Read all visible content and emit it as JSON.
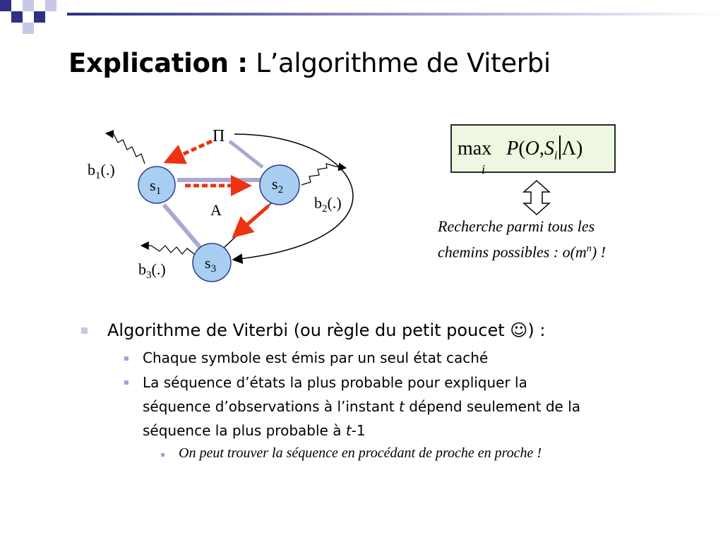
{
  "title": {
    "bold": "Explication :",
    "rest": " L’algorithme de Viterbi"
  },
  "diagram": {
    "pi_label": "Π",
    "a_label": "A",
    "states": [
      {
        "name": "s",
        "sub": "1"
      },
      {
        "name": "s",
        "sub": "2"
      },
      {
        "name": "s",
        "sub": "3"
      }
    ],
    "emissions": [
      {
        "name": "b",
        "sub": "1",
        "arg": "(.)"
      },
      {
        "name": "b",
        "sub": "2",
        "arg": "(.)"
      },
      {
        "name": "b",
        "sub": "3",
        "arg": "(.)"
      }
    ],
    "colors": {
      "state_fill": "#a8cff2",
      "state_stroke": "#2b3c8c",
      "transition": "#a9a9d4",
      "path_arrow": "#ee3311"
    }
  },
  "formula": {
    "max": "max",
    "max_sub": "i",
    "p": "P",
    "open": "(",
    "o": "O",
    "comma": ",",
    "s": "S",
    "s_sub": "i",
    "lambda": "Λ",
    "close": ")"
  },
  "note": {
    "line1": "Recherche parmi tous les",
    "line2_pre": "chemins possibles : o(m",
    "line2_sup": "n",
    "line2_post": ") !"
  },
  "bullets": {
    "level1": "Algorithme de Viterbi (ou règle du petit poucet ☺) :",
    "level2": [
      {
        "text": "Chaque symbole est émis par un seul état caché"
      },
      {
        "line1": "La séquence d’états la plus probable pour expliquer la",
        "line2_pre": "séquence d’observations à l’instant ",
        "line2_t": "t",
        "line2_post": " dépend seulement de la",
        "line3_pre": "séquence la plus probable à ",
        "line3_t": "t",
        "line3_post": "-1"
      }
    ],
    "level3": "On peut trouver la séquence en procédant de proche en proche !"
  }
}
